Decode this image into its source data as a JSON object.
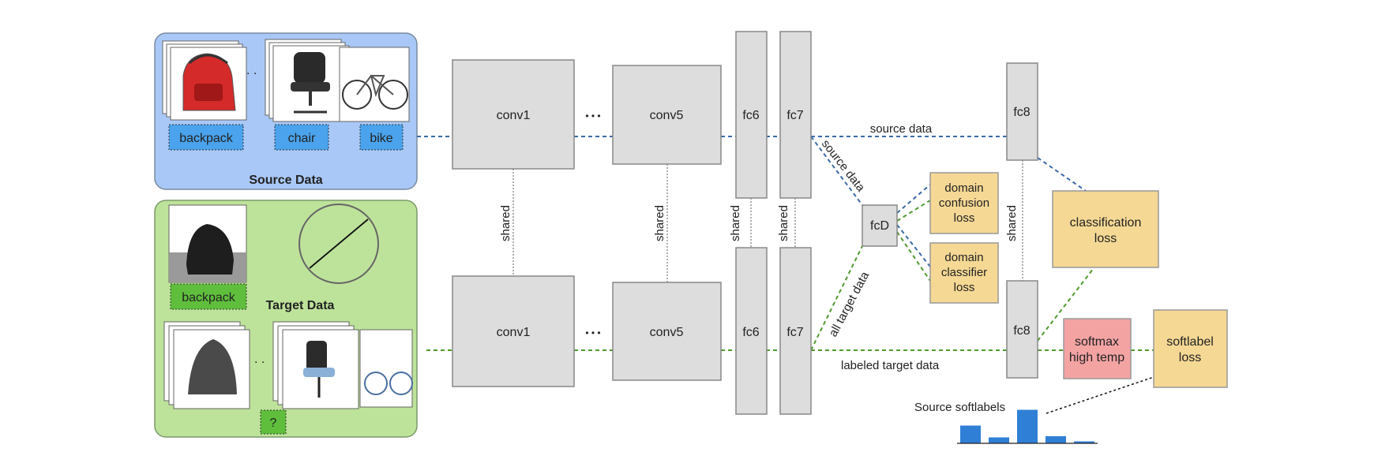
{
  "source_panel": {
    "title": "Source Data",
    "labels": [
      "backpack",
      "chair",
      "bike"
    ],
    "ellipsis": ". ."
  },
  "target_panel": {
    "title": "Target Data",
    "labels": [
      "backpack",
      "?"
    ],
    "ellipsis": ". ."
  },
  "layers": {
    "conv1": "conv1",
    "conv5": "conv5",
    "fc6": "fc6",
    "fc7": "fc7",
    "fc8": "fc8",
    "fcD": "fcD",
    "dots": "• • •"
  },
  "shared_label": "shared",
  "edges": {
    "source_data": "source data",
    "source_data_diag": "source data",
    "all_target_data": "all target data",
    "labeled_target_data": "labeled target data"
  },
  "losses": {
    "domain_confusion": [
      "domain",
      "confusion",
      "loss"
    ],
    "domain_classifier": [
      "domain",
      "classifier",
      "loss"
    ],
    "classification": [
      "classification",
      "loss"
    ],
    "softmax": [
      "softmax",
      "high temp"
    ],
    "softlabel": [
      "softlabel",
      "loss"
    ]
  },
  "softlabels": {
    "title": "Source softlabels",
    "values": [
      0.45,
      0.15,
      0.85,
      0.18,
      0.05
    ]
  },
  "colors": {
    "source_panel": "#a9c8f7",
    "target_panel": "#bde39a",
    "layer": "#dddddd",
    "loss": "#f5d894",
    "softmax": "#f4a3a3",
    "source_line": "#3a6aa8",
    "target_line": "#4f9a2e"
  }
}
